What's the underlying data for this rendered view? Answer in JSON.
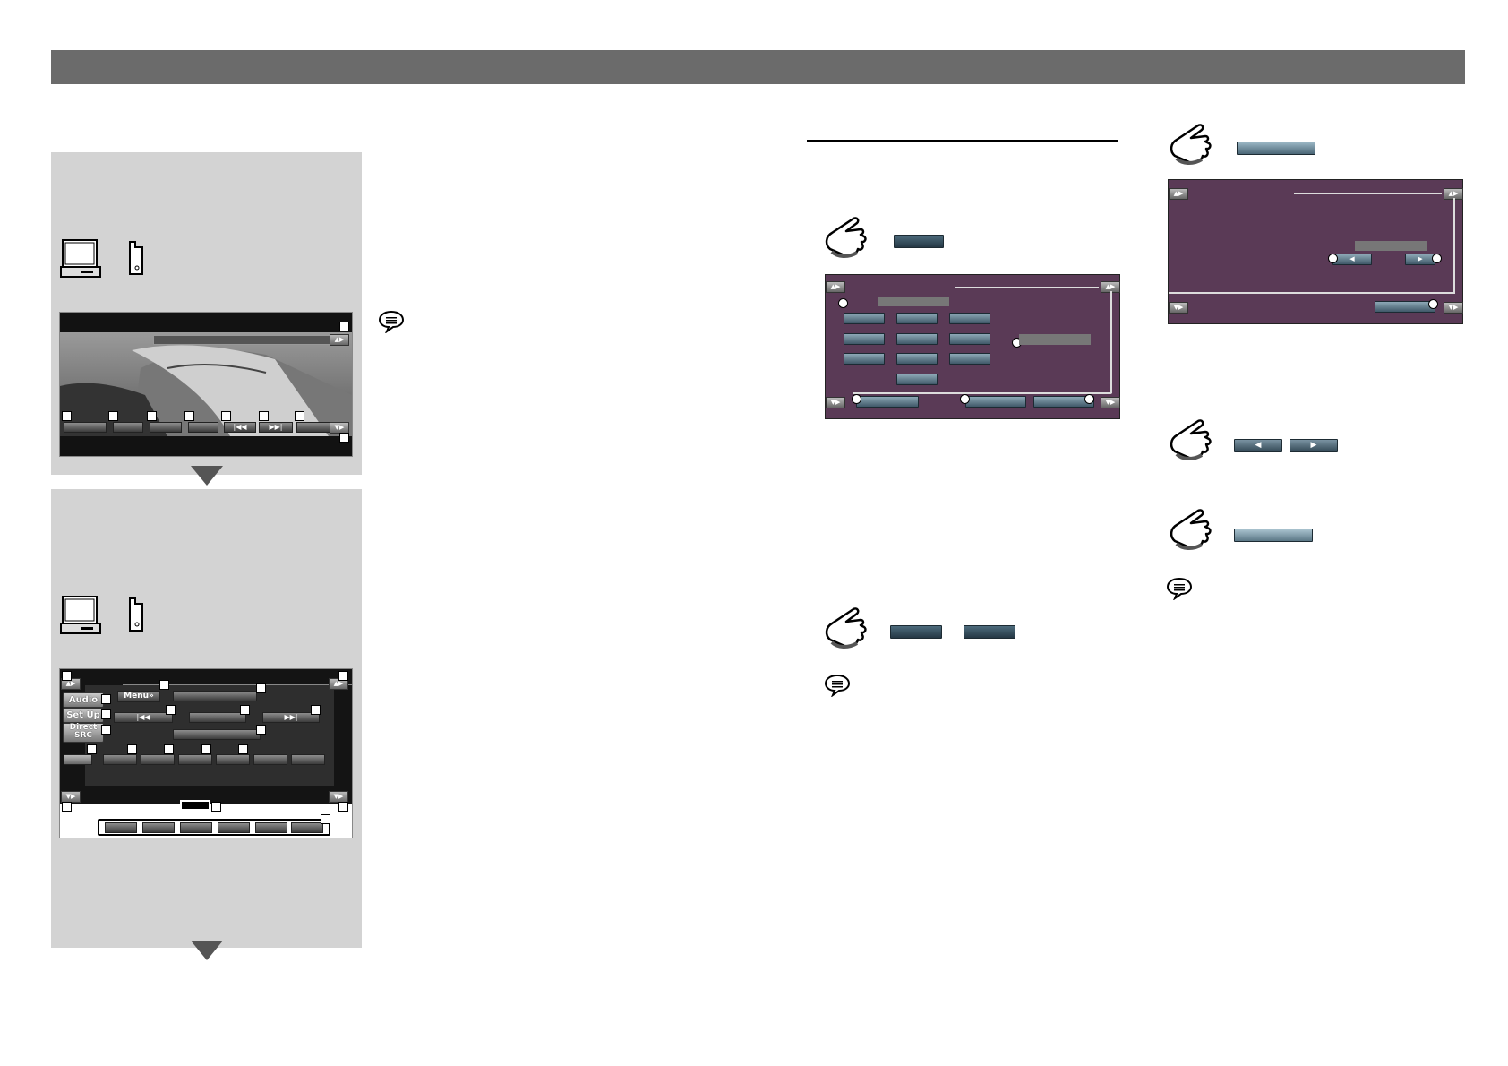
{
  "screen2": {
    "menu_label": "Menu»",
    "audio_label": "Audio",
    "setup_label": "Set Up",
    "direct_src_label_1": "Direct",
    "direct_src_label_2": "SRC"
  },
  "icons": {
    "prev": "|◀◀",
    "next": "▶▶|",
    "scroll_up": "▲▶",
    "scroll_down": "▼▶",
    "left_arrow": "◀",
    "right_arrow": "▶"
  }
}
